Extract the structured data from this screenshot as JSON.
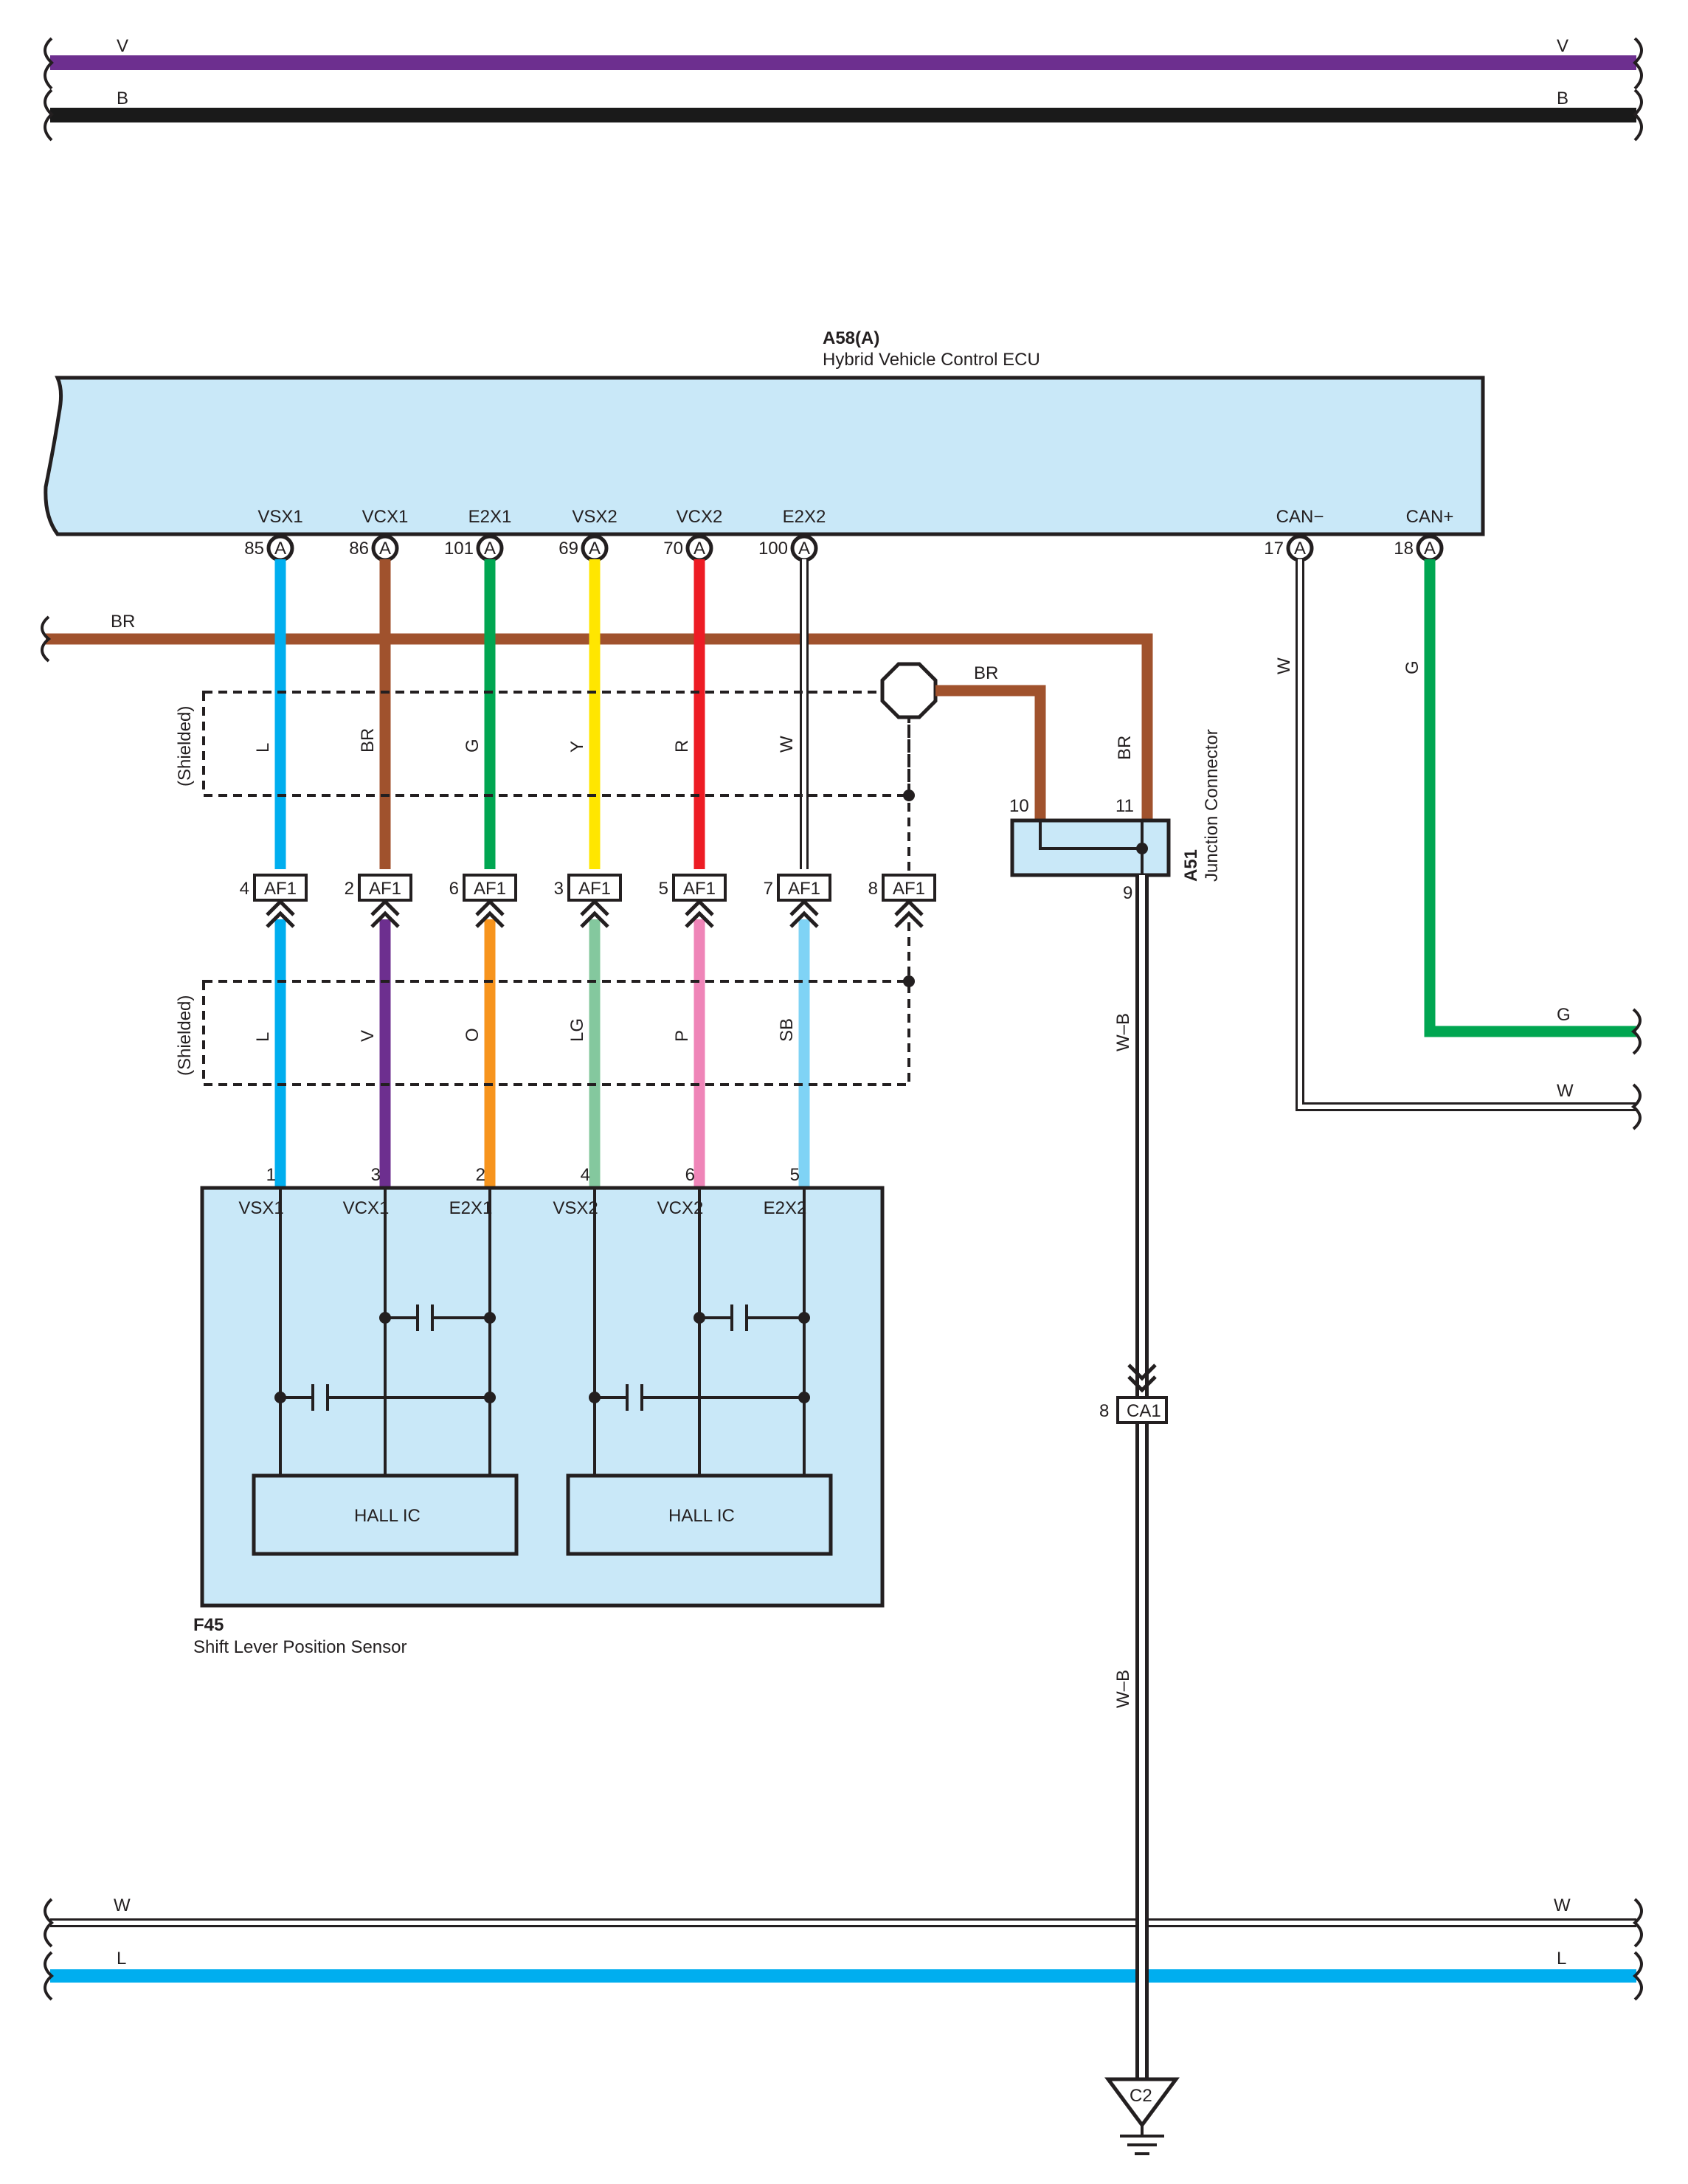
{
  "buses_top": [
    {
      "code": "V",
      "color": "#6d2f8f"
    },
    {
      "code": "B",
      "color": "#1a1a1a"
    }
  ],
  "buses_bottom": [
    {
      "code": "W",
      "color": "#ffffff"
    },
    {
      "code": "L",
      "color": "#00aeef"
    }
  ],
  "ecu": {
    "id": "A58(A)",
    "name": "Hybrid Vehicle Control ECU",
    "connector_mark": "A"
  },
  "ecu_pins": [
    {
      "name": "VSX1",
      "num": "85"
    },
    {
      "name": "VCX1",
      "num": "86"
    },
    {
      "name": "E2X1",
      "num": "101"
    },
    {
      "name": "VSX2",
      "num": "69"
    },
    {
      "name": "VCX2",
      "num": "70"
    },
    {
      "name": "E2X2",
      "num": "100"
    },
    {
      "name": "CAN−",
      "num": "17"
    },
    {
      "name": "CAN+",
      "num": "18"
    }
  ],
  "upper_wires": [
    {
      "code": "L",
      "color": "#00aeef"
    },
    {
      "code": "BR",
      "color": "#a0522d"
    },
    {
      "code": "G",
      "color": "#00a651"
    },
    {
      "code": "Y",
      "color": "#ffe600"
    },
    {
      "code": "R",
      "color": "#ed1c24"
    },
    {
      "code": "W",
      "color": "#ffffff"
    }
  ],
  "lower_wires": [
    {
      "code": "L",
      "color": "#00aeef"
    },
    {
      "code": "V",
      "color": "#6d2f8f"
    },
    {
      "code": "O",
      "color": "#f7941d"
    },
    {
      "code": "LG",
      "color": "#84c89e"
    },
    {
      "code": "P",
      "color": "#ef85b8"
    },
    {
      "code": "SB",
      "color": "#7fd3f5"
    }
  ],
  "af1": {
    "label": "AF1",
    "pins": [
      "4",
      "2",
      "6",
      "3",
      "5",
      "7",
      "8"
    ]
  },
  "sensor_pins": [
    {
      "name": "VSX1",
      "num": "1"
    },
    {
      "name": "VCX1",
      "num": "3"
    },
    {
      "name": "E2X1",
      "num": "2"
    },
    {
      "name": "VSX2",
      "num": "4"
    },
    {
      "name": "VCX2",
      "num": "6"
    },
    {
      "name": "E2X2",
      "num": "5"
    }
  ],
  "sensor": {
    "id": "F45",
    "name": "Shift Lever Position Sensor",
    "ic_left": "HALL IC",
    "ic_right": "HALL IC"
  },
  "shielded": "(Shielded)",
  "br_bus": {
    "code": "BR",
    "color": "#a0522d"
  },
  "shield_wire": {
    "code": "BR"
  },
  "drop_wire": {
    "code": "BR"
  },
  "junction": {
    "id": "A51",
    "name": "Junction Connector",
    "pin_in_left": "10",
    "pin_in_right": "11",
    "pin_out": "9"
  },
  "ground_wire": {
    "code": "W–B",
    "code2": "W–B"
  },
  "ca1": {
    "label": "CA1",
    "pin": "8"
  },
  "ground": {
    "id": "C2"
  },
  "can_minus_wire": {
    "code": "W",
    "code_right": "W",
    "color": "#ffffff"
  },
  "can_plus_wire": {
    "code": "G",
    "code_right": "G",
    "color": "#00a651"
  },
  "colors": {
    "ecu_fill": "#c9e8f8",
    "outline": "#231f20"
  }
}
